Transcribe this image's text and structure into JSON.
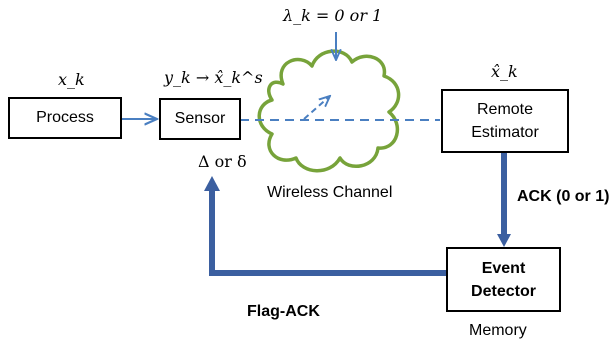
{
  "blocks": {
    "process": "Process",
    "sensor": "Sensor",
    "remote_estimator_line1": "Remote",
    "remote_estimator_line2": "Estimator",
    "event_detector_line1": "Event",
    "event_detector_line2": "Detector"
  },
  "labels": {
    "process_state": "x_k",
    "sensor_signal": "y_k → x̂_k^s",
    "estimate": "x̂_k",
    "channel_state": "λ_k = 0 or 1",
    "trigger": "Δ or δ",
    "channel": "Wireless Channel",
    "ack": "ACK (0 or 1)",
    "flag_ack": "Flag-ACK",
    "memory": "Memory"
  },
  "colors": {
    "thin_arrow": "#4a7fc1",
    "thick_arrow": "#3b5fa0",
    "cloud_outline": "#77a33a",
    "box_border": "#000000"
  }
}
